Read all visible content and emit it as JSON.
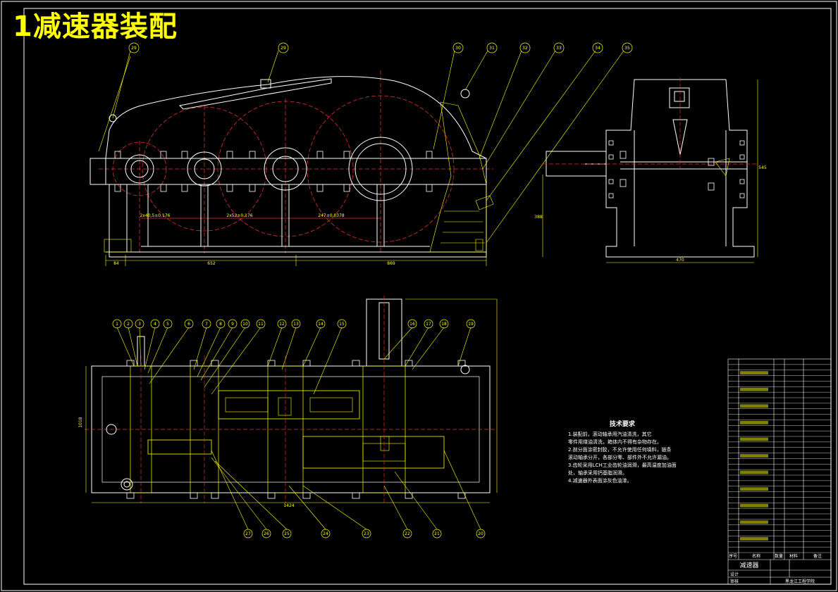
{
  "title": "1减速器装配",
  "front_view": {
    "balloons": [
      "29",
      "29",
      "30",
      "31",
      "32",
      "33",
      "34",
      "35"
    ],
    "dims": [
      "84",
      "652",
      "869",
      "2x40,5±0.176",
      "2x52±0.176",
      "247±0.0378"
    ]
  },
  "side_view": {
    "dims": [
      "470",
      "545",
      "388"
    ]
  },
  "plan_view": {
    "balloons_top": [
      "1",
      "2",
      "3",
      "4",
      "5",
      "6",
      "7",
      "8",
      "9",
      "10",
      "11",
      "12",
      "13",
      "14",
      "15",
      "16",
      "17",
      "18",
      "19"
    ],
    "balloons_bottom": [
      "27",
      "26",
      "25",
      "24",
      "23",
      "22",
      "21",
      "20"
    ],
    "dims": [
      "1424",
      "1018"
    ]
  },
  "tech_requirements": {
    "heading": "技术要求",
    "items": [
      "1.装配前，滚动轴承用汽油清洗，其它",
      "  零件用煤油清洗，箱体内不得有杂物存在。",
      "2.剖分面涂密封胶，不允许使用任何填料，链条",
      "  滚动轴承分开，各部分零、部件外不允许漏油。",
      "3.齿轮采用LCH工业齿轮油润滑，最高温度加油面",
      "  处，轴承采用钙基脂润滑。",
      "4.减速器外表面涂灰色油漆。"
    ]
  },
  "title_block": {
    "name": "减速器",
    "school": "黑龙江工程学院",
    "header_labels": [
      "序号",
      "名称",
      "数量",
      "材料",
      "备注"
    ],
    "sign_labels": [
      "设计",
      "审核"
    ]
  }
}
